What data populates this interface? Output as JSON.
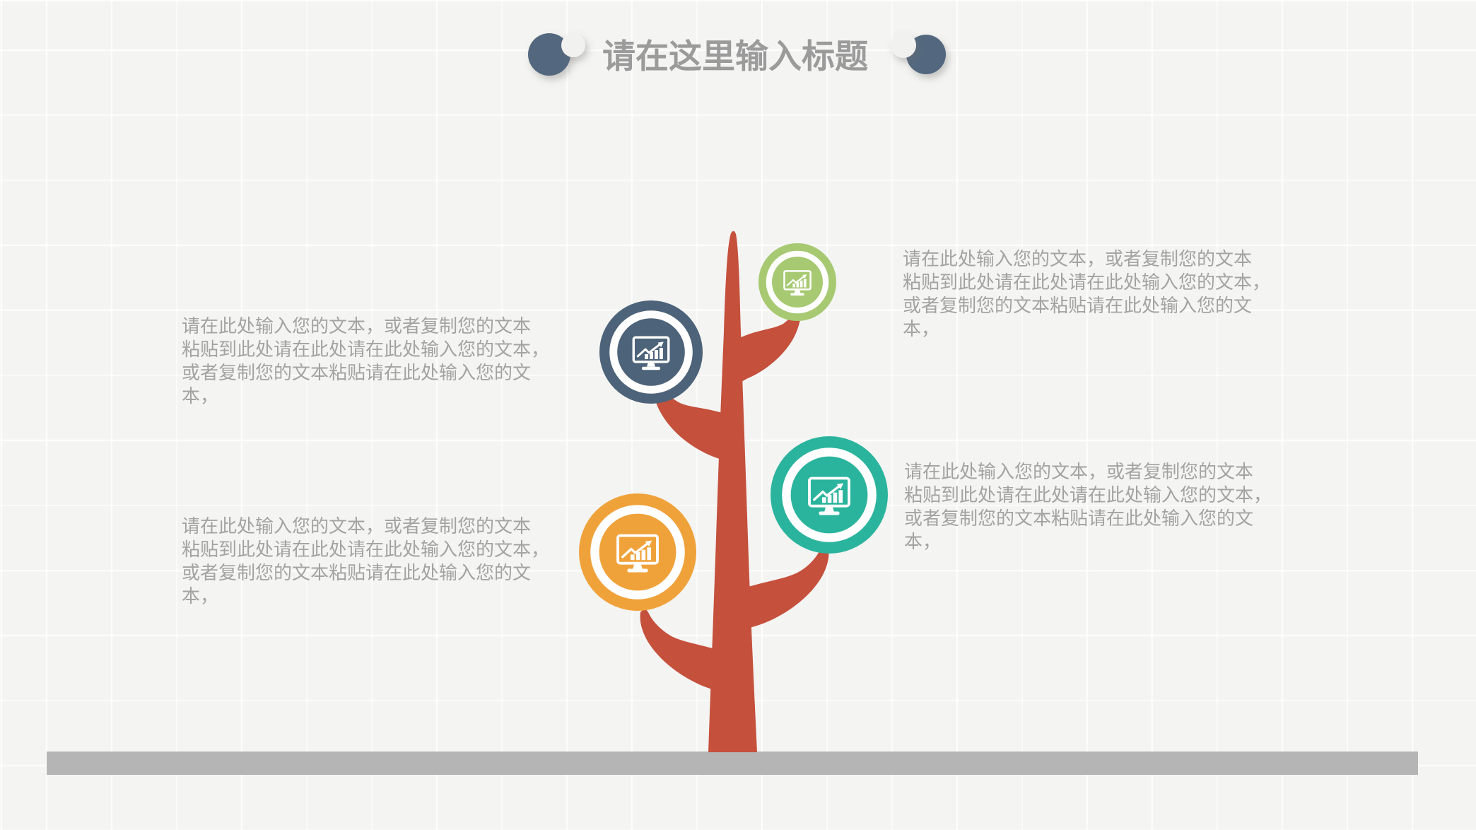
{
  "slide": {
    "title": {
      "text": "请在这里输入标题"
    }
  },
  "colors": {
    "background": "#f4f4f2",
    "grid_line": "#ffffff",
    "title_text": "#9b9b9b",
    "body_text": "#a3a3a3",
    "tree": "#c5503c",
    "ground_bar": "#b5b5b5",
    "ornament_dark": "#52677e",
    "ornament_light": "#f1f1ef",
    "ring_gap": "#ffffff",
    "icon": "#ffffff"
  },
  "nodes": [
    {
      "id": "top-right",
      "color": "#a6c972",
      "icon": "monitor-chart-icon"
    },
    {
      "id": "mid-left",
      "color": "#4d6379",
      "icon": "monitor-chart-icon"
    },
    {
      "id": "mid-right",
      "color": "#2bb49d",
      "icon": "monitor-chart-icon"
    },
    {
      "id": "bottom-left",
      "color": "#f0a23a",
      "icon": "monitor-chart-icon"
    }
  ],
  "text_blocks": [
    {
      "id": "left-upper",
      "lines": [
        "请在此处输入您的文本，或者复制您的文本",
        "粘贴到此处请在此处请在此处输入您的文本，",
        "或者复制您的文本粘贴请在此处输入您的文",
        "本，"
      ]
    },
    {
      "id": "left-lower",
      "lines": [
        "请在此处输入您的文本，或者复制您的文本",
        "粘贴到此处请在此处请在此处输入您的文本，",
        "或者复制您的文本粘贴请在此处输入您的文",
        "本，"
      ]
    },
    {
      "id": "right-upper",
      "lines": [
        "请在此处输入您的文本，或者复制您的文本",
        "粘贴到此处请在此处请在此处输入您的文本，",
        "或者复制您的文本粘贴请在此处输入您的文",
        "本，"
      ]
    },
    {
      "id": "right-lower",
      "lines": [
        "请在此处输入您的文本，或者复制您的文本",
        "粘贴到此处请在此处请在此处输入您的文本，",
        "或者复制您的文本粘贴请在此处输入您的文",
        "本，"
      ]
    }
  ]
}
